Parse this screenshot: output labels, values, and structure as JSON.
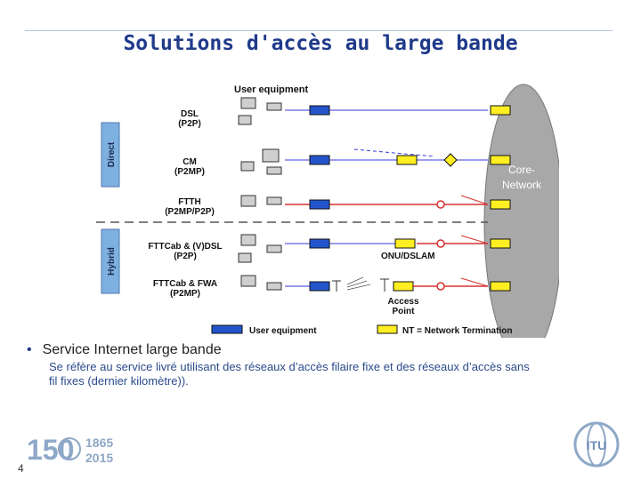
{
  "slide": {
    "title": "Solutions d'accès au large bande",
    "page_number": "4"
  },
  "diagram": {
    "header": "User equipment",
    "side_labels": [
      "Direct",
      "Hybrid"
    ],
    "rows": [
      {
        "name": "DSL",
        "sub": "(P2P)"
      },
      {
        "name": "CM",
        "sub": "(P2MP)"
      },
      {
        "name": "FTTH",
        "sub": "(P2MP/P2P)"
      },
      {
        "name": "FTTCab & (V)DSL",
        "sub": "(P2P)"
      },
      {
        "name": "FTTCab & FWA",
        "sub": "(P2MP)"
      }
    ],
    "core_network": [
      "Core-",
      "Network"
    ],
    "onu_label": "ONU/DSLAM",
    "access_point": [
      "Access",
      "Point"
    ],
    "legend": {
      "user_equipment": "User equipment",
      "nt": "NT = Network Termination"
    },
    "colors": {
      "user_equipment": "#2255cc",
      "nt": "#ffee22",
      "core": "#a8a8a8",
      "side_box": "#7eb0e0",
      "fiber": "#d83030",
      "copper": "#3a3ae0"
    }
  },
  "content": {
    "bullet": "Service Internet large bande",
    "description_prefix": "Se réfère au service livré utilisant des réseaux d’accès filaire fixe et  des  réseaux  d’accès sans",
    "description_line2": "fil fixes (dernier kilomètre))."
  },
  "logos": {
    "anniversary": [
      "150",
      "1865",
      "2015"
    ],
    "itu": "ITU"
  }
}
